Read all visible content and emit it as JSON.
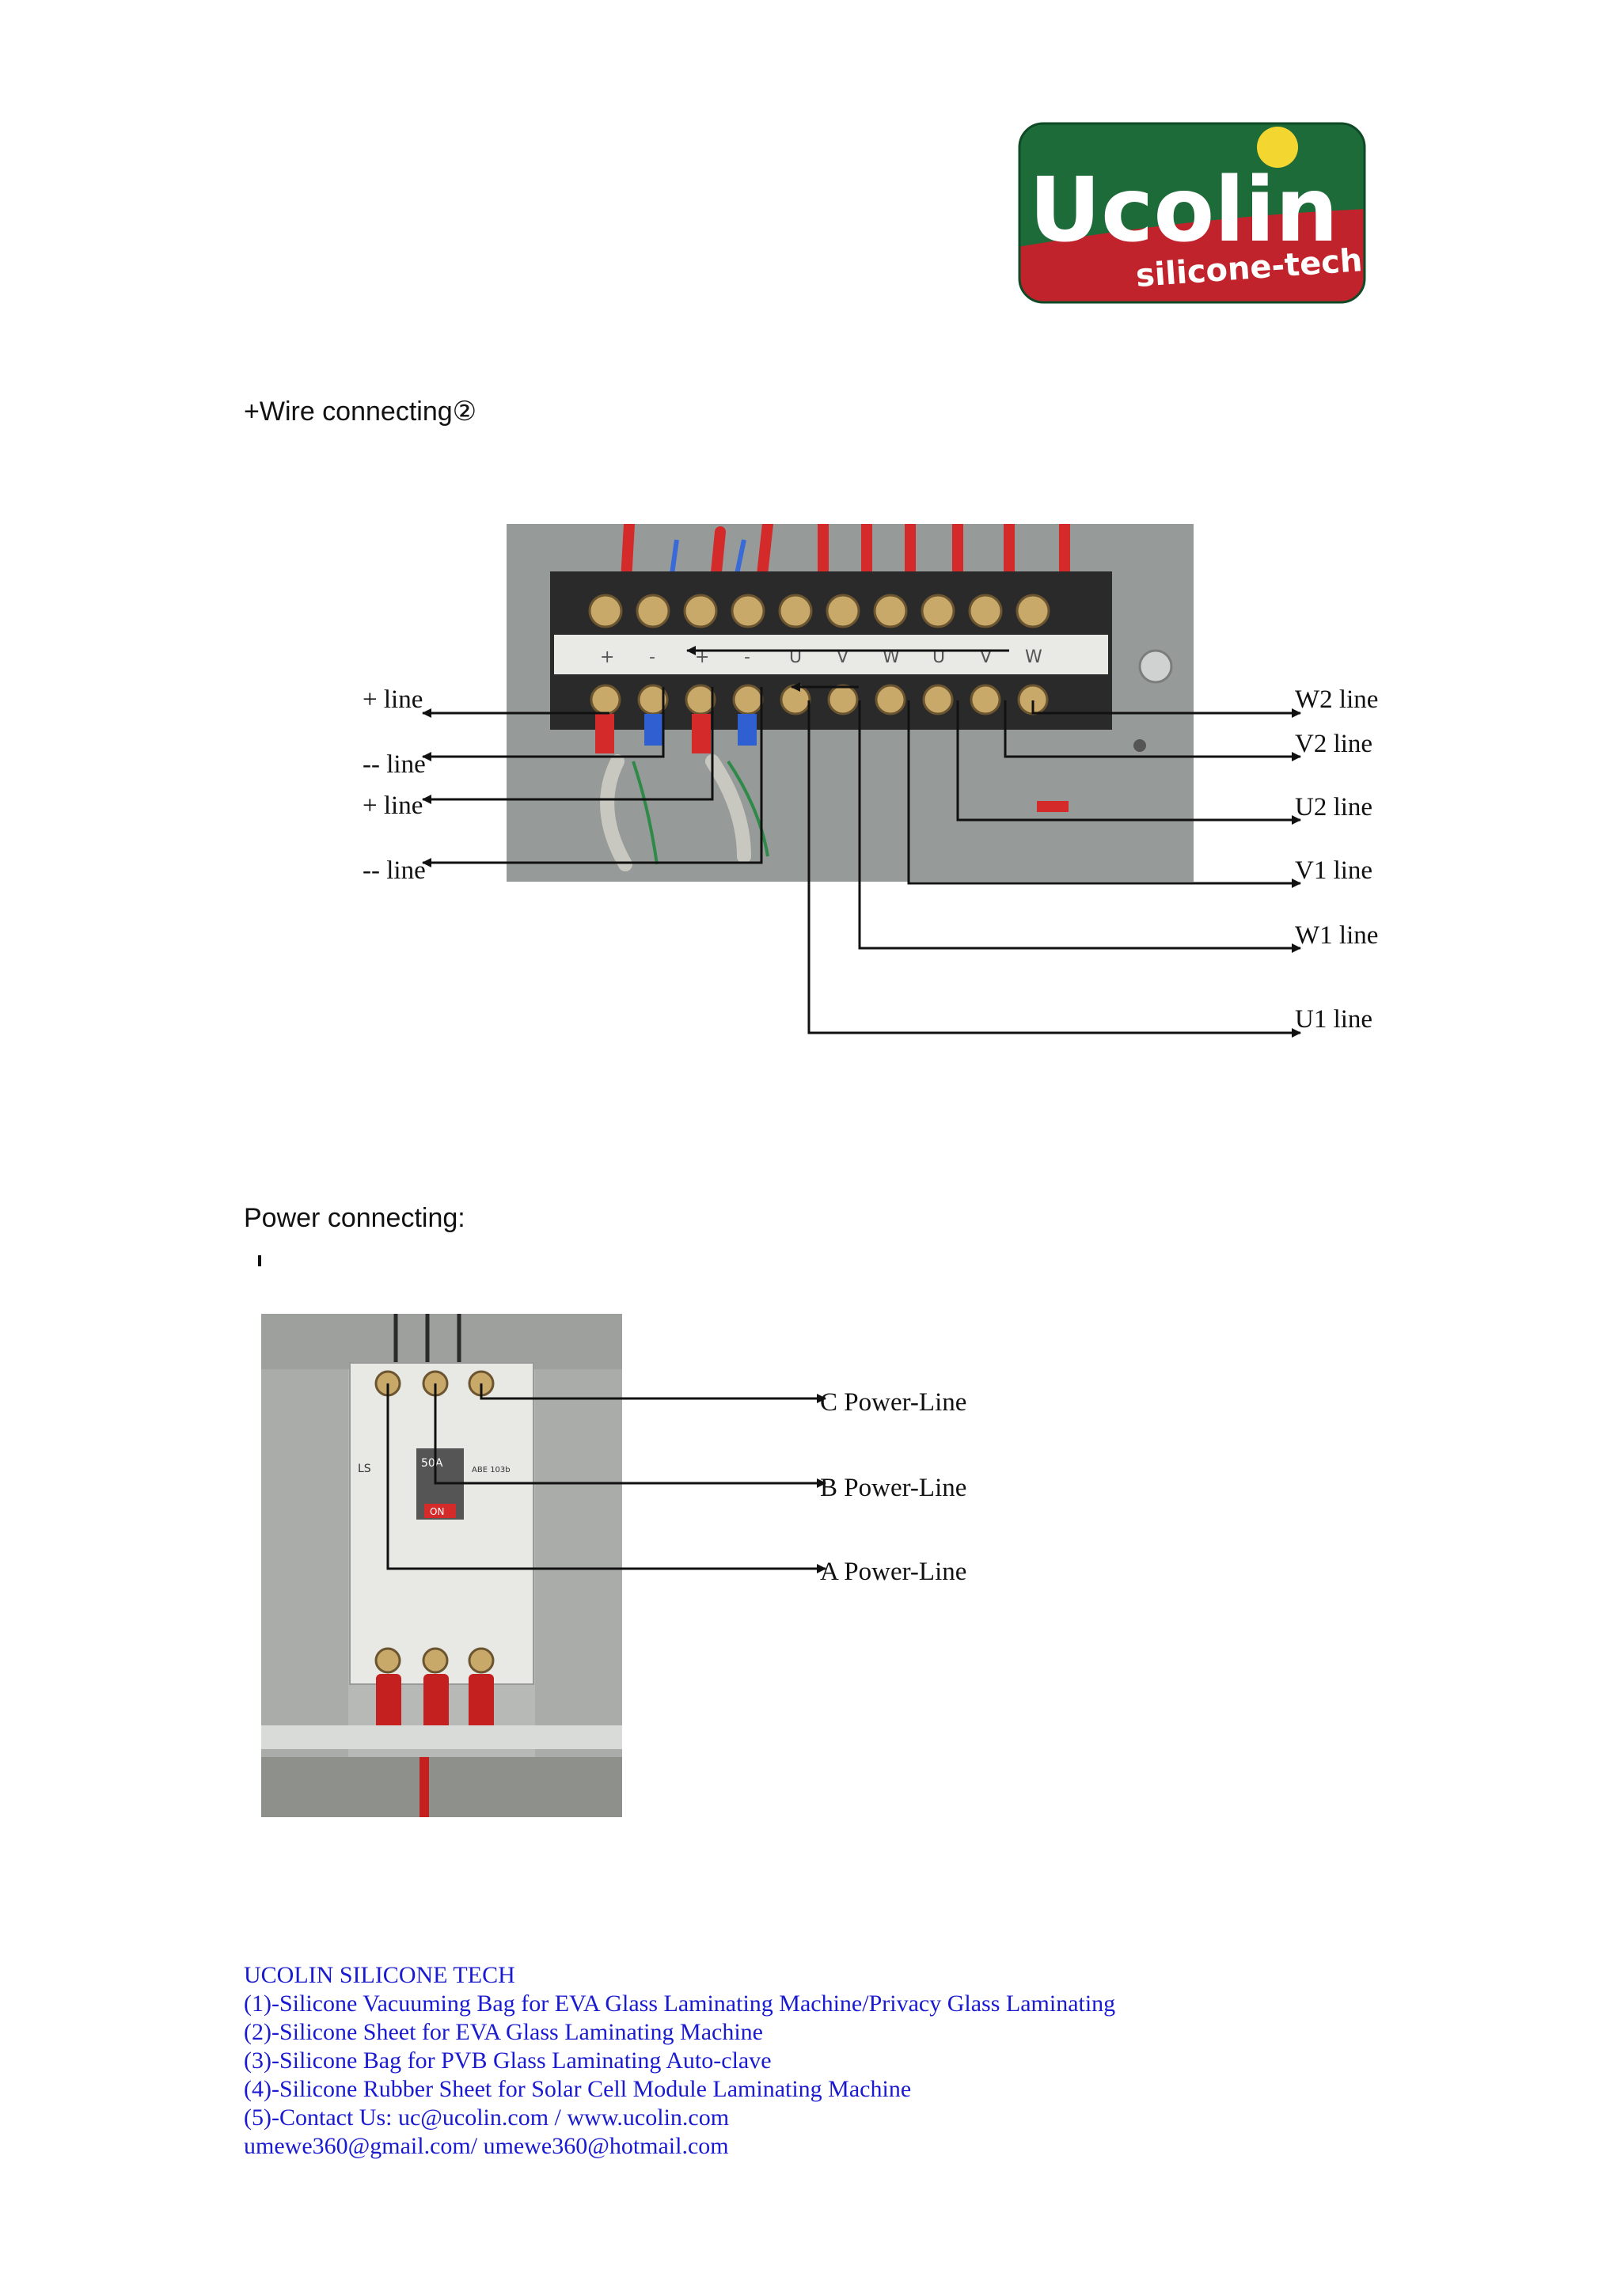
{
  "logo": {
    "brand": "Ucolin",
    "tagline": "silicone-tech"
  },
  "section1": {
    "title": "+Wire connecting②",
    "left_labels": [
      "+ line",
      "-- line",
      "+ line",
      "-- line"
    ],
    "right_labels": [
      "W2 line",
      "V2 line",
      "U2 line",
      "V1 line",
      "W1 line",
      "U1 line"
    ],
    "terminal_marks": [
      "+",
      "-",
      "+",
      "-",
      "U",
      "V",
      "W",
      "U",
      "V",
      "W"
    ]
  },
  "section2": {
    "title": "Power connecting:",
    "labels": [
      "C Power-Line",
      "B Power-Line",
      "A Power-Line"
    ],
    "breaker_marks": {
      "rating": "50A",
      "model": "ABE 103b",
      "on": "ON",
      "brand": "LS"
    }
  },
  "footer": {
    "company": "UCOLIN SILICONE TECH",
    "lines": [
      "(1)-Silicone Vacuuming Bag    for EVA Glass Laminating Machine/Privacy Glass Laminating",
      "(2)-Silicone Sheet for EVA Glass Laminating Machine",
      "(3)-Silicone Bag for PVB Glass Laminating Auto-clave",
      "(4)-Silicone Rubber Sheet for Solar Cell Module    Laminating Machine",
      "(5)-Contact Us: uc@ucolin.com / www.ucolin.com",
      "umewe360@gmail.com/ umewe360@hotmail.com"
    ]
  },
  "colors": {
    "logo_green": "#1e6b3a",
    "logo_red": "#c0232b",
    "logo_sun": "#f4d630",
    "footer_text": "#1a1ad0",
    "wire_red": "#d42a2a",
    "terminal_blue": "#2f5fd0"
  }
}
